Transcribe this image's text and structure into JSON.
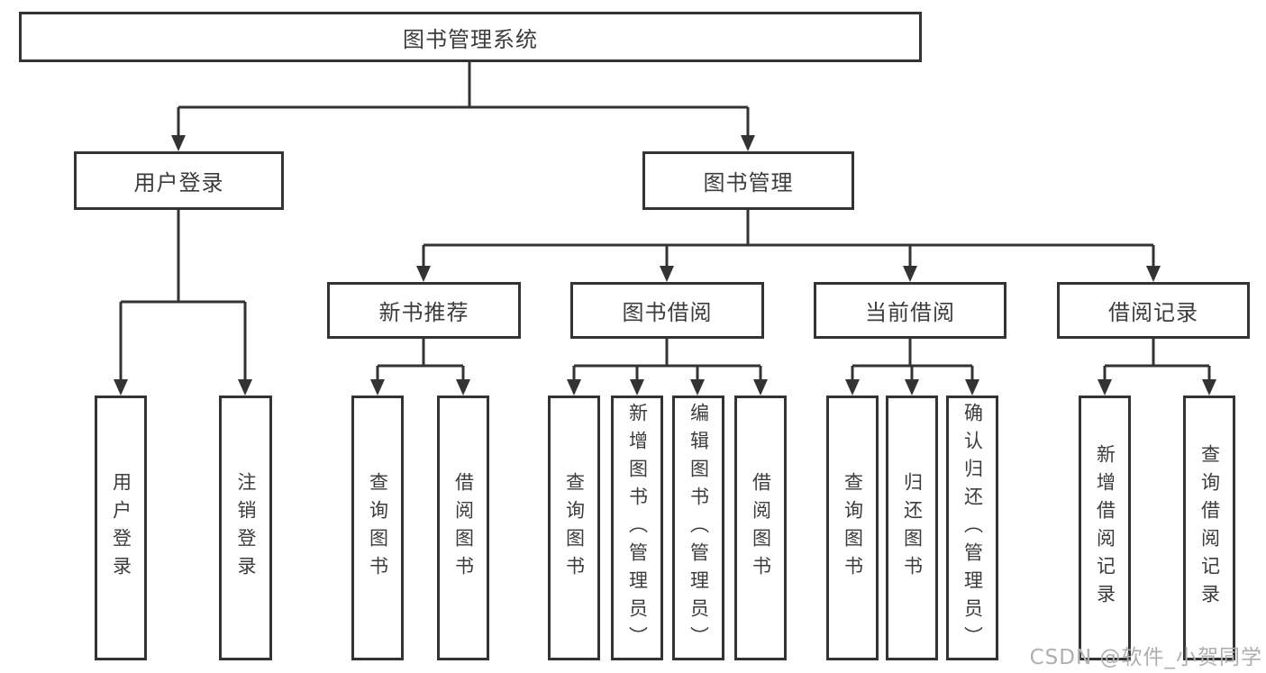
{
  "tree": {
    "root": {
      "label": "图书管理系统",
      "children": [
        {
          "label": "用户登录",
          "children": [
            {
              "label": "用户登录"
            },
            {
              "label": "注销登录"
            }
          ]
        },
        {
          "label": "图书管理",
          "children": [
            {
              "label": "新书推荐",
              "children": [
                {
                  "label": "查询图书"
                },
                {
                  "label": "借阅图书"
                }
              ]
            },
            {
              "label": "图书借阅",
              "children": [
                {
                  "label": "查询图书"
                },
                {
                  "label": "新增图书（管理员）"
                },
                {
                  "label": "编辑图书（管理员）"
                },
                {
                  "label": "借阅图书"
                }
              ]
            },
            {
              "label": "当前借阅",
              "children": [
                {
                  "label": "查询图书"
                },
                {
                  "label": "归还图书"
                },
                {
                  "label": "确认归还（管理员）"
                }
              ]
            },
            {
              "label": "借阅记录",
              "children": [
                {
                  "label": "新增借阅记录"
                },
                {
                  "label": "查询借阅记录"
                }
              ]
            }
          ]
        }
      ]
    }
  },
  "watermark": {
    "text": "CSDN @软件_小贺同学"
  },
  "colors": {
    "line": "#333333",
    "box_border": "#333333",
    "text": "#3c3c3c",
    "background": "#ffffff",
    "watermark": "#b0aeae"
  }
}
